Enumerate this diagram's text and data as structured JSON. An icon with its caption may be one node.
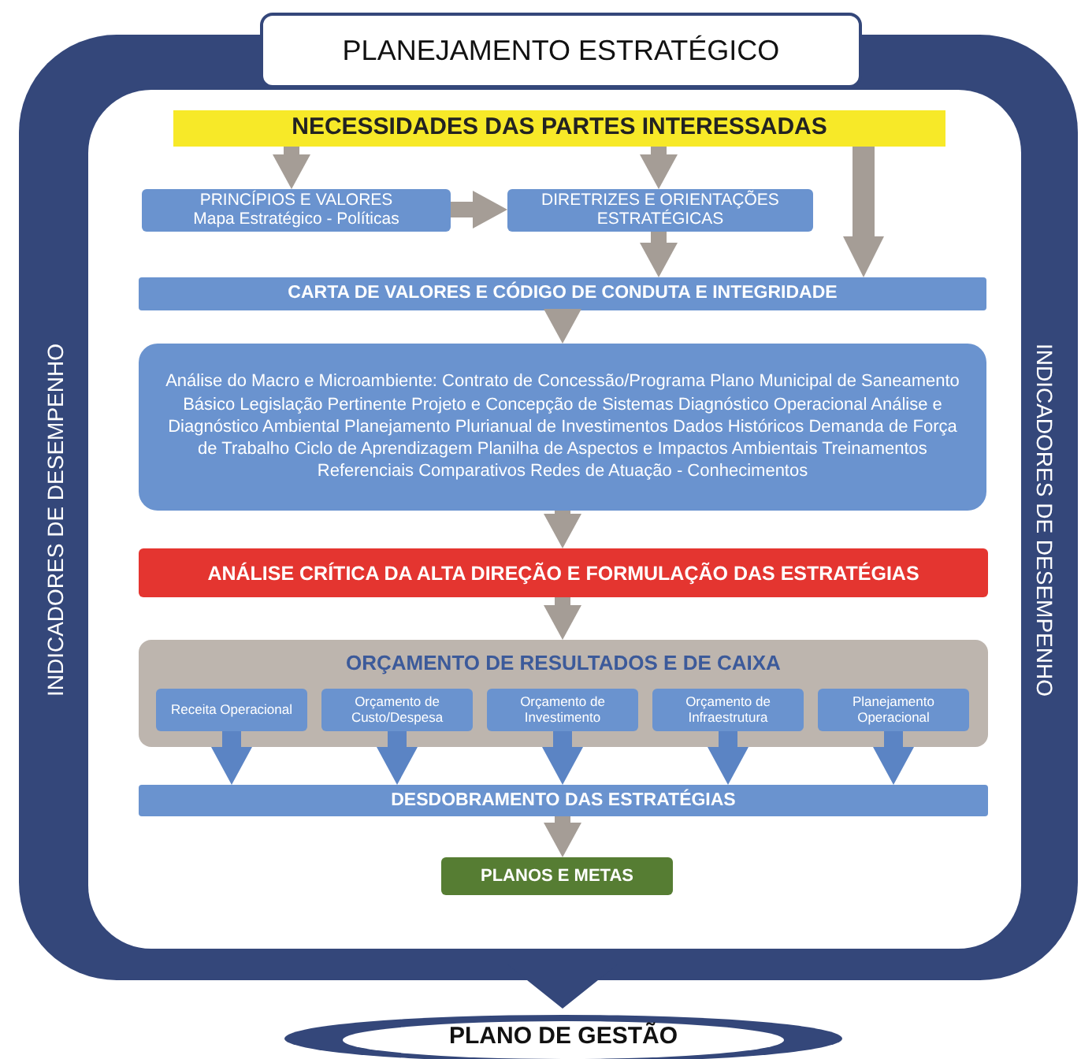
{
  "diagram": {
    "nodes": [
      {
        "text": [
          "PLANEJAMENTO ESTRATÉGICO",
          "INDICADORES DE DESEMPENHO",
          "INDICADORES DE DESEMPENHO"
        ]
      },
      {
        "text": [
          "NECESSIDADES DAS PARTES INTERESSADAS"
        ],
        "in": 0
      },
      {
        "text": [
          "PRINCÍPIOS E VALORES",
          "Mapa Estratégico - Políticas"
        ],
        "in": 0
      },
      {
        "text": [
          "DIRETRIZES E ORIENTAÇÕES ESTRATÉGICAS"
        ],
        "in": 0
      },
      {
        "text": [
          "CARTA DE VALORES E CÓDIGO DE CONDUTA E INTEGRIDADE"
        ],
        "in": 0
      },
      {
        "text": [
          "Análise do Macro e Microambiente: Contrato de Concessão/Programa Plano Municipal de Saneamento Básico  Legislação Pertinente  Projeto e Concepção de Sistemas  Diagnóstico Operacional  Análise e Diagnóstico Ambiental  Planejamento Plurianual de Investimentos  Dados Históricos Demanda de Força de Trabalho  Ciclo de Aprendizagem  Planilha de Aspectos e Impactos Ambientais  Treinamentos  Referenciais Comparativos Redes de Atuação - Conhecimentos"
        ],
        "in": 0
      },
      {
        "text": [
          "ANÁLISE CRÍTICA DA ALTA DIREÇÃO E FORMULAÇÃO DAS ESTRATÉGIAS"
        ],
        "in": 0
      },
      {
        "text": [
          "ORÇAMENTO DE RESULTADOS E DE CAIXA"
        ],
        "in": 0
      },
      {
        "text": [
          "Receita Operacional"
        ],
        "in": 7
      },
      {
        "text": [
          "Orçamento de Custo/Despesa"
        ],
        "in": 7
      },
      {
        "text": [
          "Orçamento de Investimento"
        ],
        "in": 7
      },
      {
        "text": [
          "Orçamento de Infraestrutura"
        ],
        "in": 7
      },
      {
        "text": [
          "Planejamento Operacional"
        ],
        "in": 7
      },
      {
        "text": [
          "DESDOBRAMENTO DAS ESTRATÉGIAS"
        ],
        "in": 0
      },
      {
        "text": [
          "PLANOS E METAS"
        ],
        "in": 0
      },
      {
        "text": [
          "PLANO DE GESTÃO"
        ]
      }
    ],
    "edges": [
      {
        "from": 1,
        "to": 2,
        "arrow": "to"
      },
      {
        "from": 1,
        "to": 3,
        "arrow": "to"
      },
      {
        "from": 1,
        "to": 4,
        "arrow": "to"
      },
      {
        "from": 2,
        "to": 3,
        "arrow": "to"
      },
      {
        "from": 3,
        "to": 4,
        "arrow": "to"
      },
      {
        "from": 4,
        "to": 5,
        "arrow": "to"
      },
      {
        "from": 5,
        "to": 6,
        "arrow": "to"
      },
      {
        "from": 6,
        "to": 7,
        "arrow": "to"
      },
      {
        "from": 8,
        "to": 13,
        "arrow": "to",
        "color": "#5b84c4"
      },
      {
        "from": 9,
        "to": 13,
        "arrow": "to",
        "color": "#5b84c4"
      },
      {
        "from": 10,
        "to": 13,
        "arrow": "to",
        "color": "#5b84c4"
      },
      {
        "from": 11,
        "to": 13,
        "arrow": "to",
        "color": "#5b84c4"
      },
      {
        "from": 12,
        "to": 13,
        "arrow": "to",
        "color": "#5b84c4"
      },
      {
        "from": 13,
        "to": 14,
        "arrow": "to"
      },
      {
        "from": 0,
        "to": 15,
        "arrow": "to",
        "color": "#34477a"
      }
    ]
  }
}
